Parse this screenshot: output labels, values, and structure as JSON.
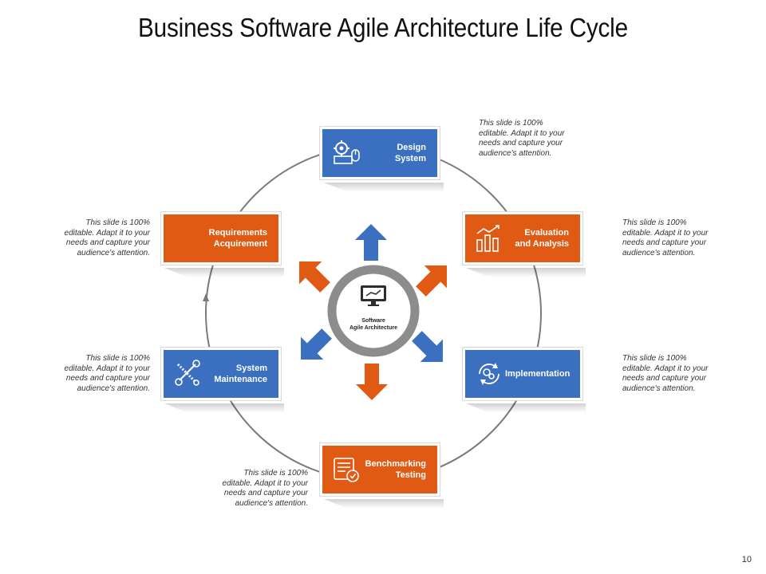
{
  "title": "Business Software Agile Architecture Life Cycle",
  "center": {
    "line1": "Software",
    "line2": "Agile Architecture",
    "icon": "monitor-chart-icon"
  },
  "steps": [
    {
      "label_line1": "Design",
      "label_line2": "System",
      "color": "#3b6fbf",
      "icon": "gear-computer-icon"
    },
    {
      "label_line1": "Evaluation",
      "label_line2": "and Analysis",
      "color": "#e05a14",
      "icon": "bar-chart-icon"
    },
    {
      "label_line1": "Implementation",
      "label_line2": "",
      "color": "#3b6fbf",
      "icon": "refresh-gears-icon"
    },
    {
      "label_line1": "Benchmarking",
      "label_line2": "Testing",
      "color": "#e05a14",
      "icon": "checklist-icon"
    },
    {
      "label_line1": "System",
      "label_line2": "Maintenance",
      "color": "#3b6fbf",
      "icon": "wrench-screwdriver-icon"
    },
    {
      "label_line1": "Requirements",
      "label_line2": "Acquirement",
      "color": "#e05a14",
      "icon": ""
    }
  ],
  "notes": {
    "line1": "This slide is 100%",
    "line2": "editable. Adapt it to your",
    "line3": "needs and capture your",
    "line4": "audience's attention."
  },
  "page_number": "10"
}
